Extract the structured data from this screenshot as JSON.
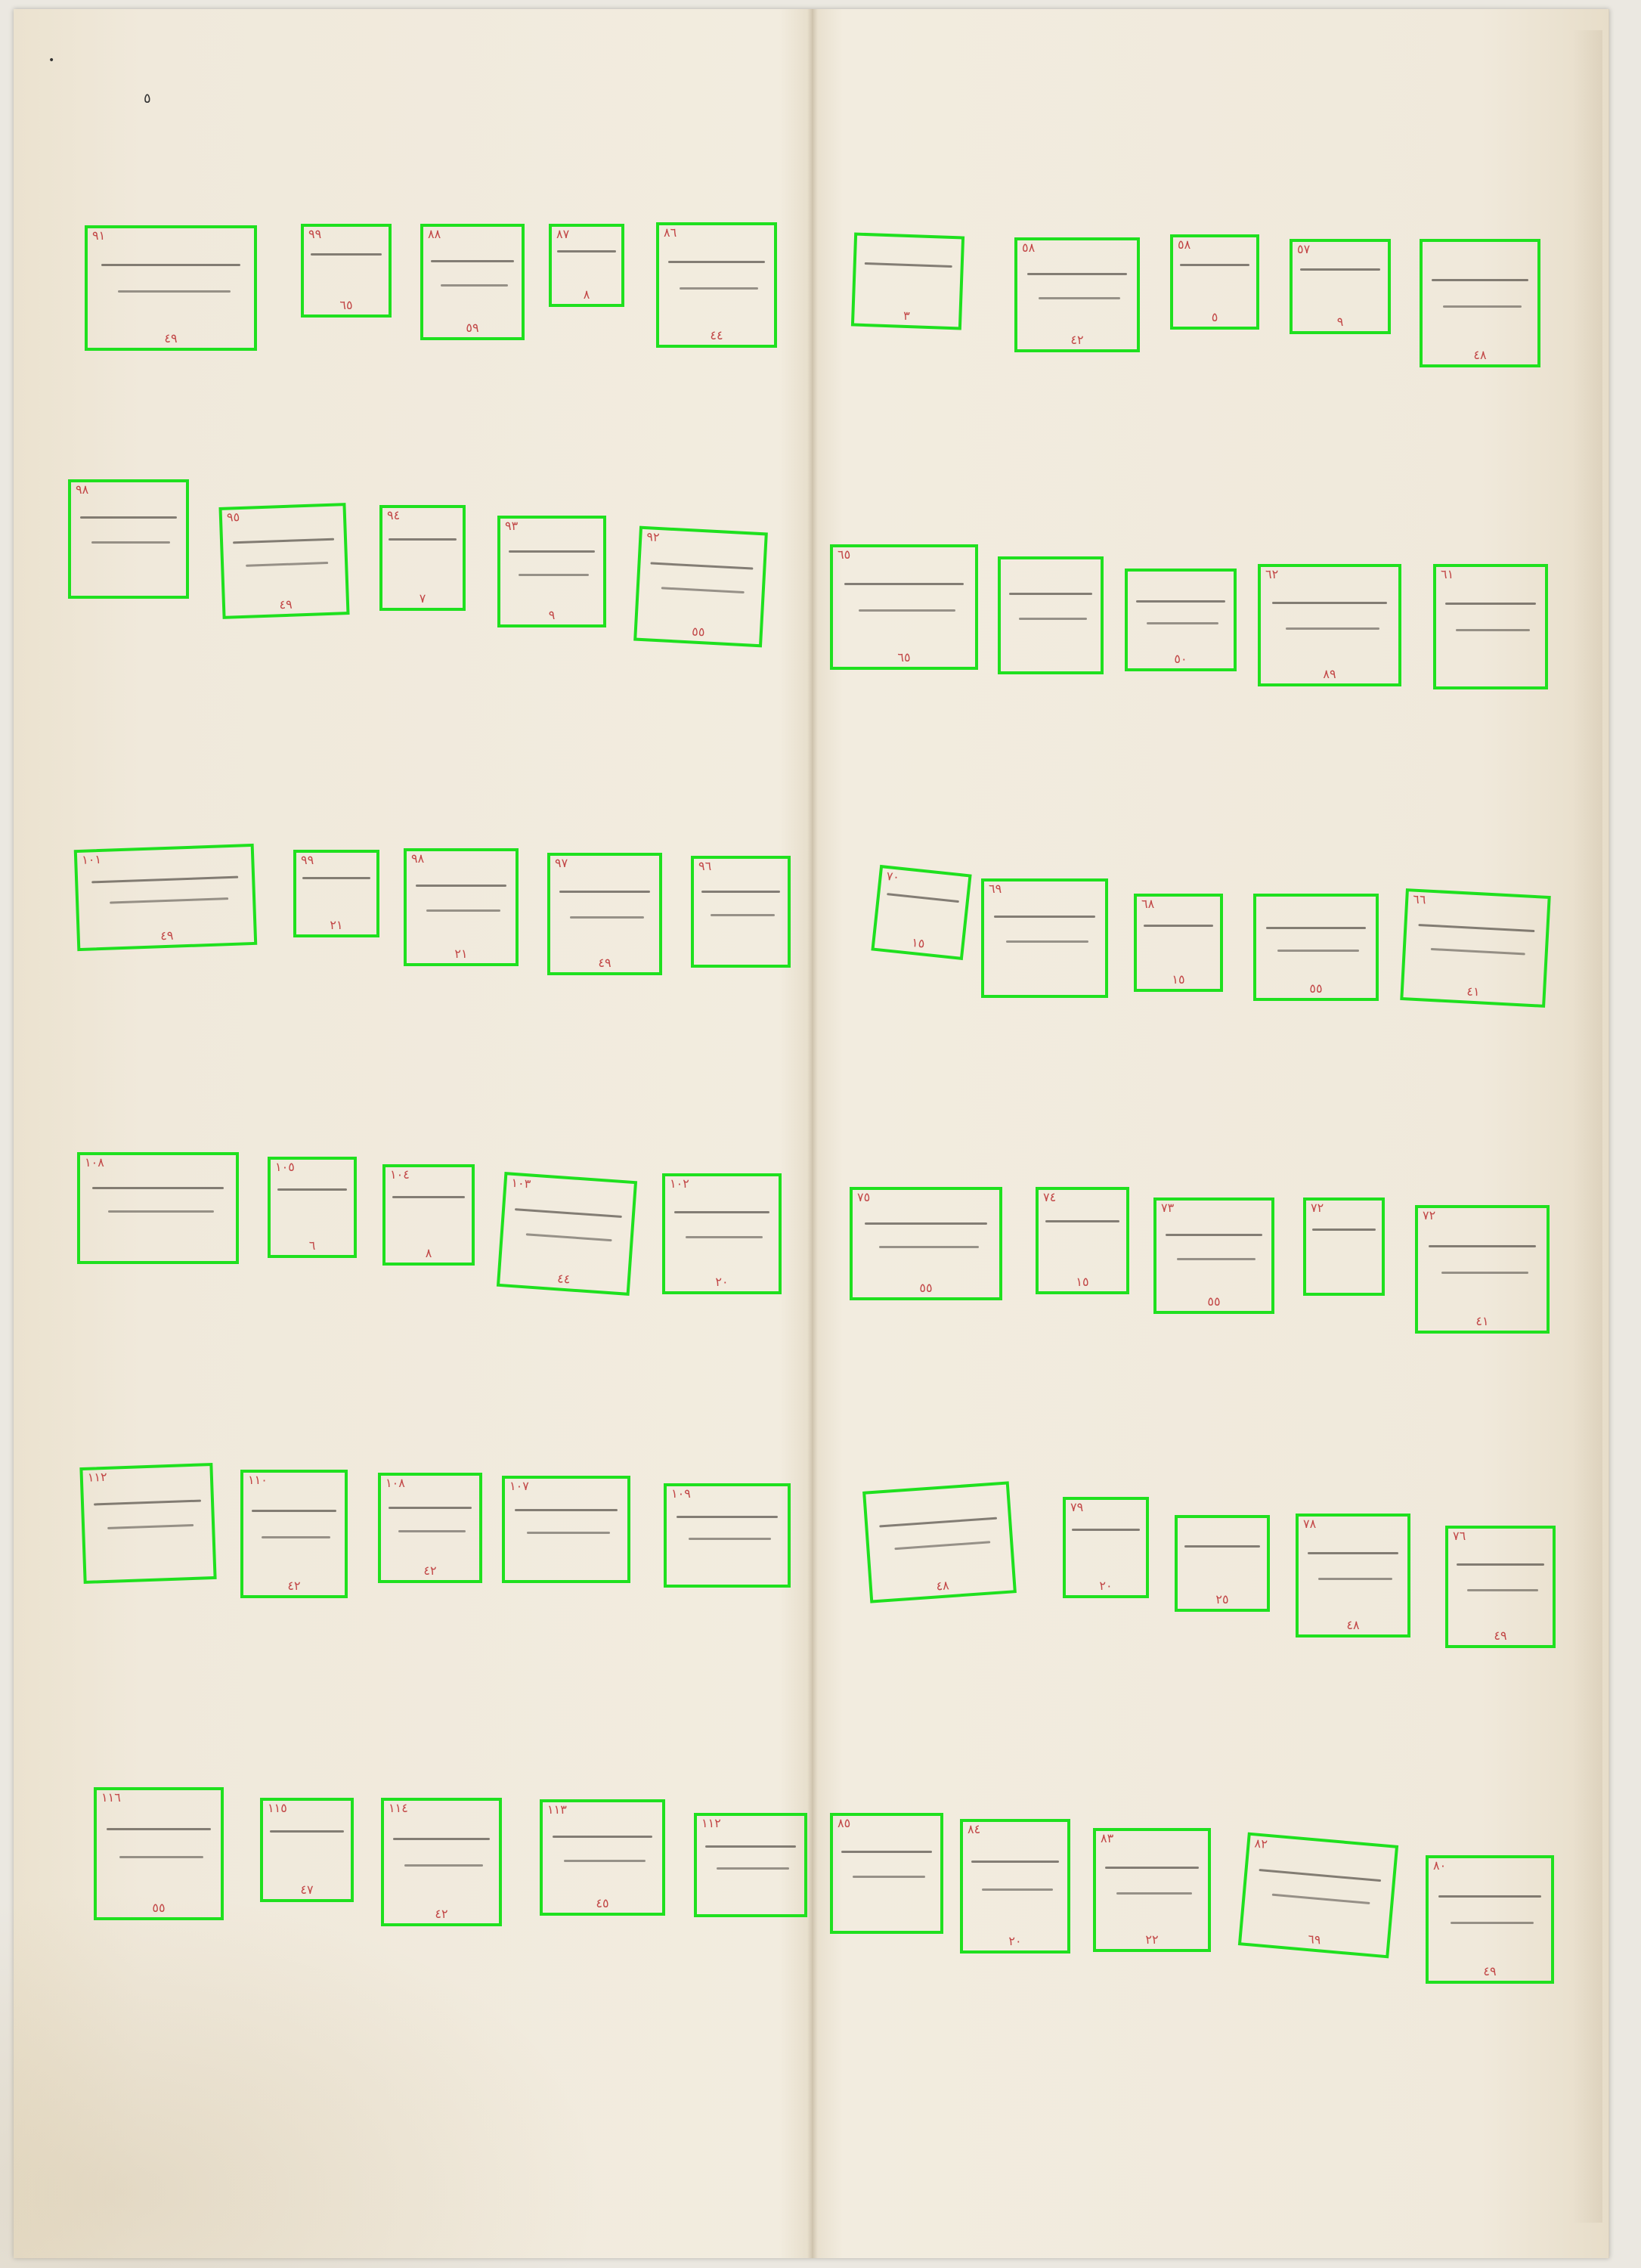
{
  "document": {
    "corner_mark": "٥",
    "entries": [
      {
        "num": "٩١",
        "pg": "٤٩"
      },
      {
        "num": "٩٩",
        "pg": "٦٥"
      },
      {
        "num": "٨٨",
        "pg": "٥٩"
      },
      {
        "num": "٨٧",
        "pg": "٨"
      },
      {
        "num": "٨٦",
        "pg": "٤٤"
      },
      {
        "num": "",
        "pg": "٣"
      },
      {
        "num": "٥٨",
        "pg": "٤٢"
      },
      {
        "num": "٥٨",
        "pg": "٥"
      },
      {
        "num": "٥٧",
        "pg": "٩"
      },
      {
        "num": "",
        "pg": "٤٨"
      },
      {
        "num": "٩٨",
        "pg": ""
      },
      {
        "num": "٩٥",
        "pg": "٤٩"
      },
      {
        "num": "٩٤",
        "pg": "٧"
      },
      {
        "num": "٩٣",
        "pg": "٩"
      },
      {
        "num": "٩٢",
        "pg": "٥٥"
      },
      {
        "num": "٦٥",
        "pg": "٦٥"
      },
      {
        "num": "",
        "pg": ""
      },
      {
        "num": "",
        "pg": "٥٠"
      },
      {
        "num": "٦٢",
        "pg": "٨٩"
      },
      {
        "num": "٦١",
        "pg": ""
      },
      {
        "num": "١٠١",
        "pg": "٤٩"
      },
      {
        "num": "٩٩",
        "pg": "٢١"
      },
      {
        "num": "٩٨",
        "pg": "٢١"
      },
      {
        "num": "٩٧",
        "pg": "٤٩"
      },
      {
        "num": "٩٦",
        "pg": ""
      },
      {
        "num": "٧٠",
        "pg": "١٥"
      },
      {
        "num": "٦٩",
        "pg": ""
      },
      {
        "num": "٦٨",
        "pg": "١٥"
      },
      {
        "num": "",
        "pg": "٥٥"
      },
      {
        "num": "٦٦",
        "pg": "٤١"
      },
      {
        "num": "١٠٨",
        "pg": ""
      },
      {
        "num": "١٠٥",
        "pg": "٦"
      },
      {
        "num": "١٠٤",
        "pg": "٨"
      },
      {
        "num": "١٠٣",
        "pg": "٤٤"
      },
      {
        "num": "١٠٢",
        "pg": "٢٠"
      },
      {
        "num": "٧٥",
        "pg": "٥٥"
      },
      {
        "num": "٧٤",
        "pg": "١٥"
      },
      {
        "num": "٧٣",
        "pg": "٥٥"
      },
      {
        "num": "٧٢",
        "pg": ""
      },
      {
        "num": "٧٢",
        "pg": "٤١"
      },
      {
        "num": "١١٢",
        "pg": ""
      },
      {
        "num": "١١٠",
        "pg": "٤٢"
      },
      {
        "num": "١٠٩",
        "pg": "٤٢"
      },
      {
        "num": "١٠٨",
        "pg": ""
      },
      {
        "num": "١٠٧",
        "pg": ""
      },
      {
        "num": "",
        "pg": "٤٨"
      },
      {
        "num": "٧٩",
        "pg": "٢٠"
      },
      {
        "num": "",
        "pg": "٢٥"
      },
      {
        "num": "٧٨",
        "pg": "٤٨"
      },
      {
        "num": "٧٦",
        "pg": "٤٩"
      },
      {
        "num": "١١٦",
        "pg": "٥٥"
      },
      {
        "num": "١١٥",
        "pg": "٤٧"
      },
      {
        "num": "١١٤",
        "pg": "٤٢"
      },
      {
        "num": "١١٣",
        "pg": "٤٥"
      },
      {
        "num": "١١٢",
        "pg": ""
      },
      {
        "num": "٨٥",
        "pg": ""
      },
      {
        "num": "٨٤",
        "pg": "٢٠"
      },
      {
        "num": "٨٣",
        "pg": "٢٢"
      },
      {
        "num": "٨٢",
        "pg": "٦٩"
      },
      {
        "num": "٨٠",
        "pg": "٤٩"
      }
    ]
  }
}
